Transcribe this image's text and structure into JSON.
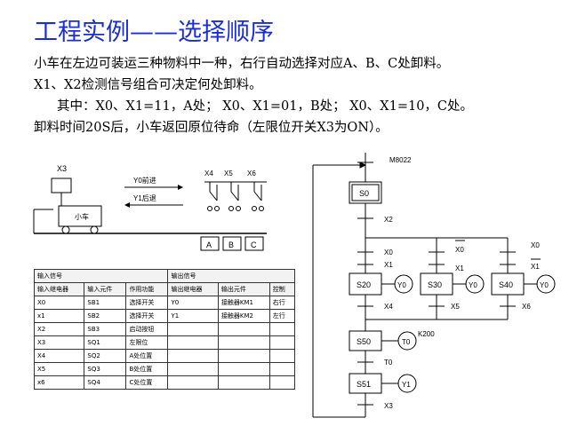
{
  "title": "工程实例——选择顺序",
  "description": [
    "小车在左边可装运三种物料中一种，右行自动选择对应A、B、C处卸料。",
    "X1、X2检测信号组合可决定何处卸料。",
    "其中：X0、X1=11，A处；  X0、X1=01，B处；  X0、X1=10，C处。",
    "卸料时间20S后，小车返回原位待命（左限位开关X3为ON）。"
  ],
  "cart": {
    "x3_label": "X3",
    "cart_label": "小车",
    "forward_label": "Y0前进",
    "backward_label": "Y1后退",
    "sensor_labels": [
      "X4",
      "X5",
      "X6"
    ],
    "stations": [
      "A",
      "B",
      "C"
    ]
  },
  "io_table": {
    "group_headers": [
      "输入信号",
      "输出信号"
    ],
    "columns": [
      "输入继电器",
      "输入元件",
      "作用功能",
      "输出继电器",
      "输出元件",
      "控制"
    ],
    "rows": [
      [
        "X0",
        "SB1",
        "选择开关",
        "Y0",
        "接触器KM1",
        "右行"
      ],
      [
        "x1",
        "SB2",
        "选择开关",
        "Y1",
        "接触器KM2",
        "左行"
      ],
      [
        "X2",
        "SB3",
        "启动按钮",
        "",
        "",
        ""
      ],
      [
        "X3",
        "SQ1",
        "左限位",
        "",
        "",
        ""
      ],
      [
        "X4",
        "SQ2",
        "A处位置",
        "",
        "",
        ""
      ],
      [
        "X5",
        "SQ3",
        "B处位置",
        "",
        "",
        ""
      ],
      [
        "x6",
        "SQ4",
        "C处位置",
        "",
        "",
        ""
      ]
    ]
  },
  "sfc": {
    "init_contact": "M8022",
    "steps": [
      "S0",
      "S20",
      "S30",
      "S40",
      "S50",
      "S51"
    ],
    "outputs": [
      "Y0",
      "Y0",
      "Y0",
      "T0",
      "Y1"
    ],
    "timer_setting": "K200",
    "transitions": {
      "start": "X2",
      "branch1_a": "X0",
      "branch1_b": "X1",
      "branch2_a": "X0",
      "branch2_b": "X1",
      "branch3_a": "X0",
      "branch3_b": "X1",
      "after_s20": "X4",
      "after_s30": "X5",
      "after_s40": "X6",
      "after_s50": "T0",
      "after_s51": "X3"
    }
  }
}
